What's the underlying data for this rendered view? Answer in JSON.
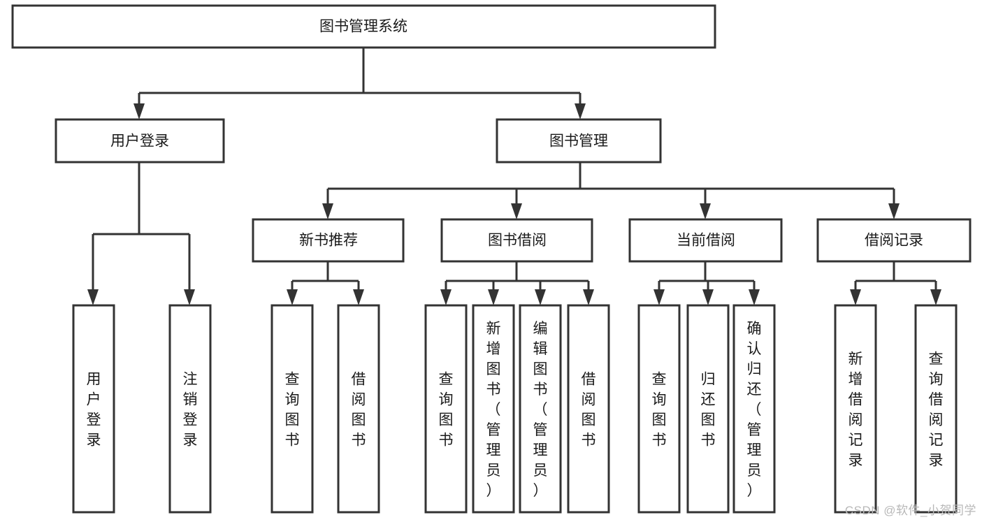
{
  "diagram": {
    "type": "tree",
    "title": "图书管理系统",
    "orientation": "top-down",
    "root": {
      "id": "root",
      "label": "图书管理系统"
    },
    "level2": [
      {
        "id": "user-login",
        "label": "用户登录"
      },
      {
        "id": "book-manage",
        "label": "图书管理"
      }
    ],
    "level3": [
      {
        "id": "new-book-recommend",
        "label": "新书推荐",
        "parent": "book-manage"
      },
      {
        "id": "book-borrow",
        "label": "图书借阅",
        "parent": "book-manage"
      },
      {
        "id": "current-borrow",
        "label": "当前借阅",
        "parent": "book-manage"
      },
      {
        "id": "borrow-record",
        "label": "借阅记录",
        "parent": "book-manage"
      }
    ],
    "leaves": [
      {
        "id": "leaf-user-login",
        "label": "用户登录",
        "parent": "user-login"
      },
      {
        "id": "leaf-logout",
        "label": "注销登录",
        "parent": "user-login"
      },
      {
        "id": "leaf-query-book-1",
        "label": "查询图书",
        "parent": "new-book-recommend"
      },
      {
        "id": "leaf-borrow-book-1",
        "label": "借阅图书",
        "parent": "new-book-recommend"
      },
      {
        "id": "leaf-query-book-2",
        "label": "查询图书",
        "parent": "book-borrow"
      },
      {
        "id": "leaf-add-book",
        "label": "新增图书（管理员）",
        "parent": "book-borrow"
      },
      {
        "id": "leaf-edit-book",
        "label": "编辑图书（管理员）",
        "parent": "book-borrow"
      },
      {
        "id": "leaf-borrow-book-2",
        "label": "借阅图书",
        "parent": "book-borrow"
      },
      {
        "id": "leaf-query-book-3",
        "label": "查询图书",
        "parent": "current-borrow"
      },
      {
        "id": "leaf-return-book",
        "label": "归还图书",
        "parent": "current-borrow"
      },
      {
        "id": "leaf-confirm-return",
        "label": "确认归还（管理员）",
        "parent": "current-borrow"
      },
      {
        "id": "leaf-add-record",
        "label": "新增借阅记录",
        "parent": "borrow-record"
      },
      {
        "id": "leaf-query-record",
        "label": "查询借阅记录",
        "parent": "borrow-record"
      }
    ],
    "colors": {
      "box_fill": "#ffffff",
      "box_stroke": "#333333",
      "text": "#1a1a1a",
      "background": "#ffffff",
      "watermark": "#b8b8b8"
    }
  },
  "watermark": {
    "text": "CSDN @软件_小贺同学"
  }
}
